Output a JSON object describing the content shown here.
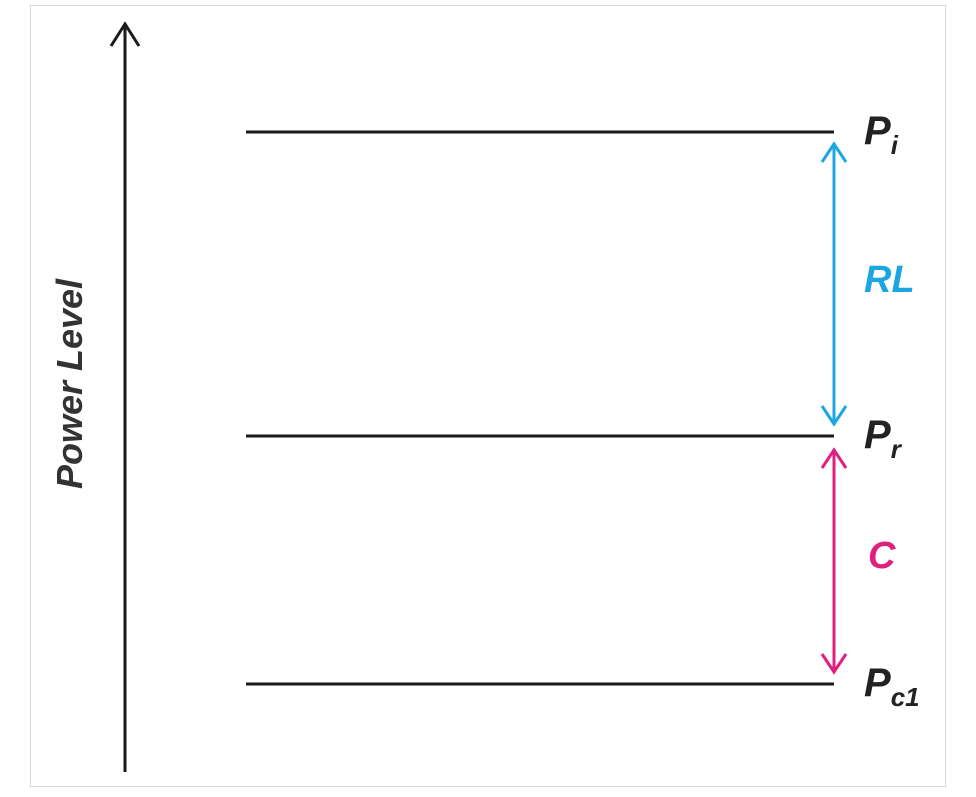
{
  "axis": {
    "label": "Power Level"
  },
  "levels": [
    {
      "main": "P",
      "sub": "i"
    },
    {
      "main": "P",
      "sub": "r"
    },
    {
      "main": "P",
      "sub": "c1"
    }
  ],
  "intervals": {
    "return_loss": {
      "label": "RL",
      "color": "#1ba6e2"
    },
    "coupling": {
      "label": "C",
      "color": "#e0207f"
    }
  },
  "colors": {
    "line": "#1a1a1a"
  }
}
